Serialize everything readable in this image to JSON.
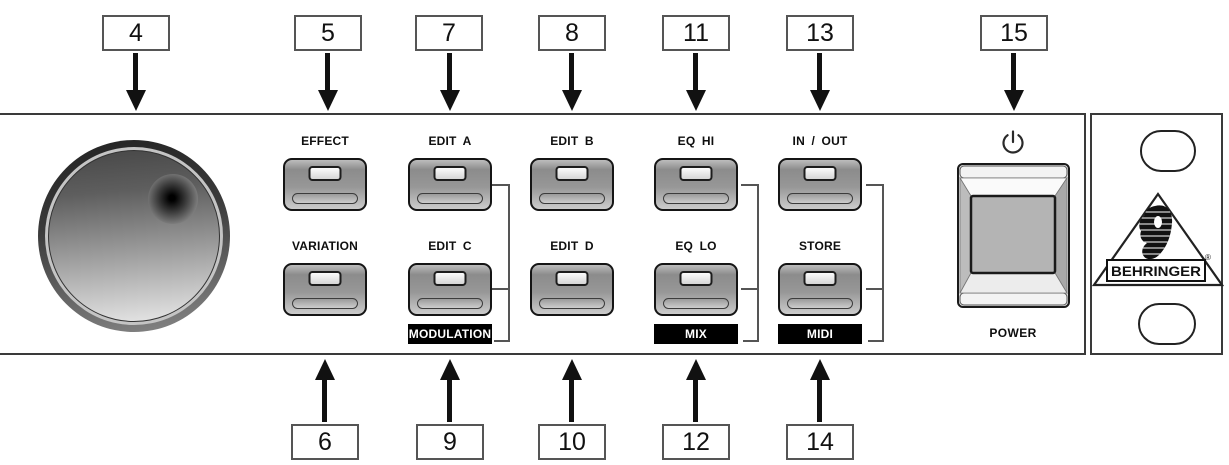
{
  "callouts": {
    "top": [
      {
        "number": "4"
      },
      {
        "number": "5"
      },
      {
        "number": "7"
      },
      {
        "number": "8"
      },
      {
        "number": "11"
      },
      {
        "number": "13"
      },
      {
        "number": "15"
      }
    ],
    "bottom": [
      {
        "number": "6"
      },
      {
        "number": "9"
      },
      {
        "number": "10"
      },
      {
        "number": "12"
      },
      {
        "number": "14"
      }
    ]
  },
  "panel": {
    "buttons": {
      "top_row": [
        {
          "label": "EFFECT"
        },
        {
          "label": "EDIT A"
        },
        {
          "label": "EDIT B"
        },
        {
          "label": "EQ HI"
        },
        {
          "label": "IN / OUT"
        }
      ],
      "bottom_row": [
        {
          "label": "VARIATION"
        },
        {
          "label": "EDIT C"
        },
        {
          "label": "EDIT D"
        },
        {
          "label": "EQ LO"
        },
        {
          "label": "STORE"
        }
      ]
    },
    "function_tags": [
      {
        "label": "MODULATION"
      },
      {
        "label": "MIX"
      },
      {
        "label": "MIDI"
      }
    ],
    "power": {
      "label": "POWER",
      "icon": "power-symbol"
    },
    "brand": {
      "name": "BEHRINGER",
      "registered_mark": "®"
    }
  },
  "colors": {
    "tag_bg": "#000000",
    "tag_text": "#ffffff",
    "panel_border": "#3a3a3a",
    "arrow": "#111111",
    "bracket": "#555555"
  }
}
